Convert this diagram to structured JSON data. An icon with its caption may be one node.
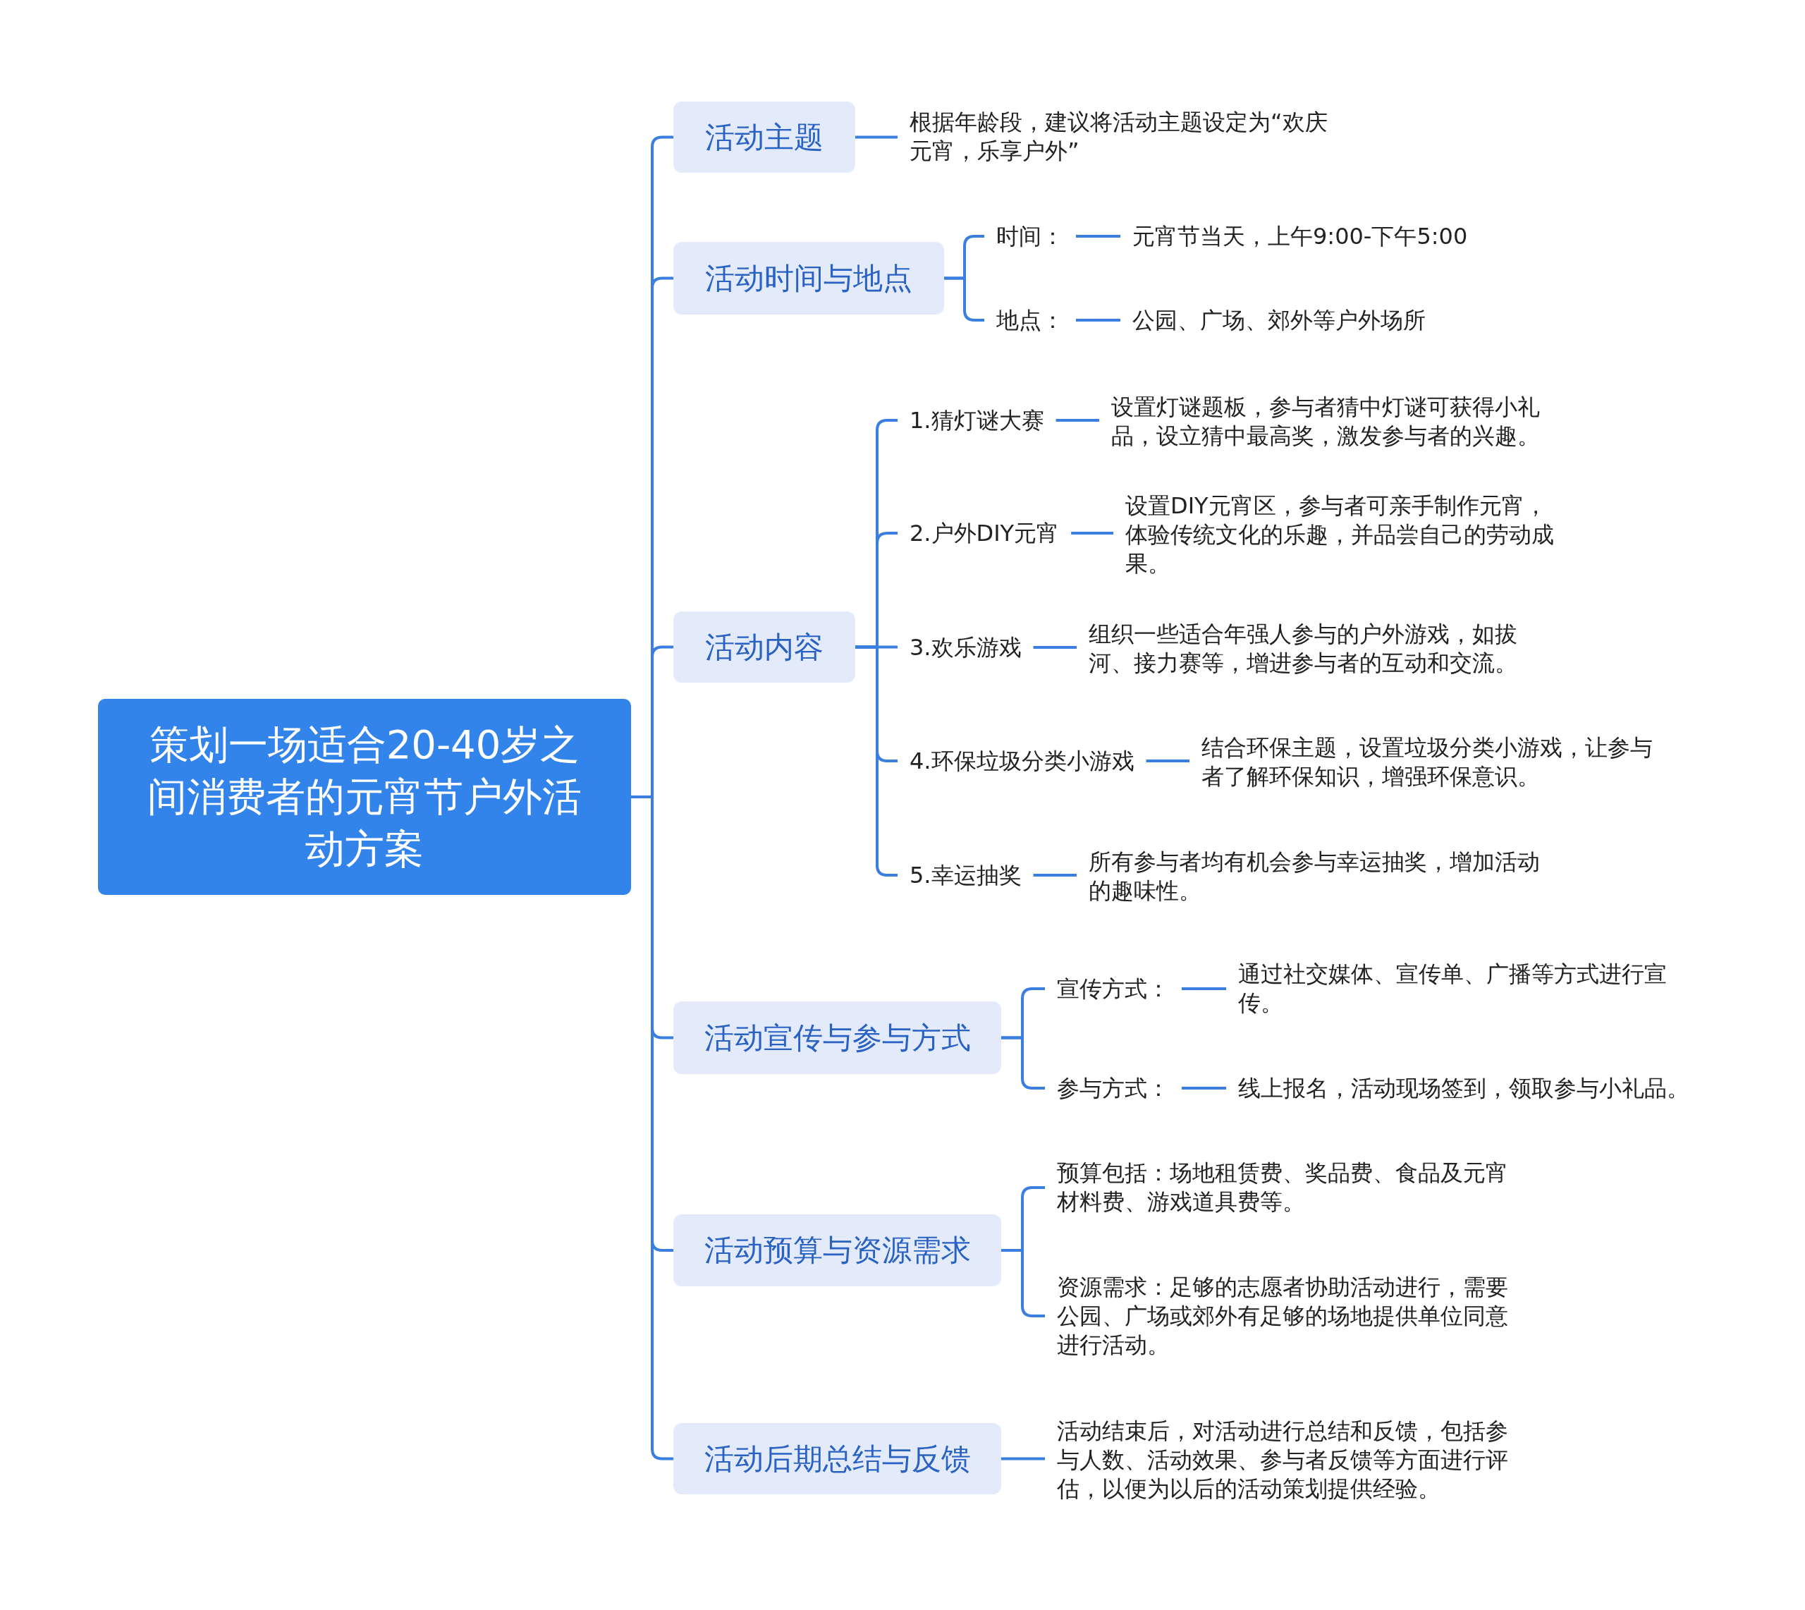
{
  "diagram": {
    "nodes": [
      {
        "text": [
          "策划一场适合20-40岁之间消费者的元宵节户外活动方案"
        ]
      },
      {
        "text": [
          "活动主题"
        ]
      },
      {
        "text": [
          "根据年龄段，建议将活动主题设定为“欢庆元宵，乐享户外”"
        ]
      },
      {
        "text": [
          "活动时间与地点"
        ]
      },
      {
        "text": [
          "时间："
        ]
      },
      {
        "text": [
          "元宵节当天，上午9:00-下午5:00"
        ]
      },
      {
        "text": [
          "地点："
        ]
      },
      {
        "text": [
          "公园、广场、郊外等户外场所"
        ]
      },
      {
        "text": [
          "活动内容"
        ]
      },
      {
        "text": [
          "1.猜灯谜大赛"
        ]
      },
      {
        "text": [
          "设置灯谜题板，参与者猜中灯谜可获得小礼品，设立猜中最高奖，激发参与者的兴趣。"
        ]
      },
      {
        "text": [
          "2.户外DIY元宵"
        ]
      },
      {
        "text": [
          "设置DIY元宵区，参与者可亲手制作元宵，体验传统文化的乐趣，并品尝自己的劳动成果。"
        ]
      },
      {
        "text": [
          "3.欢乐游戏"
        ]
      },
      {
        "text": [
          "组织一些适合年强人参与的户外游戏，如拔河、接力赛等，增进参与者的互动和交流。"
        ]
      },
      {
        "text": [
          "4.环保垃圾分类小游戏"
        ]
      },
      {
        "text": [
          "结合环保主题，设置垃圾分类小游戏，让参与者了解环保知识，增强环保意识。"
        ]
      },
      {
        "text": [
          "5.幸运抽奖"
        ]
      },
      {
        "text": [
          "所有参与者均有机会参与幸运抽奖，增加活动的趣味性。"
        ]
      },
      {
        "text": [
          "活动宣传与参与方式"
        ]
      },
      {
        "text": [
          "宣传方式："
        ]
      },
      {
        "text": [
          "通过社交媒体、宣传单、广播等方式进行宣传。"
        ]
      },
      {
        "text": [
          "参与方式："
        ]
      },
      {
        "text": [
          "线上报名，活动现场签到，领取参与小礼品。"
        ]
      },
      {
        "text": [
          "活动预算与资源需求"
        ]
      },
      {
        "text": [
          "预算包括：场地租赁费、奖品费、食品及元宵材料费、游戏道具费等。"
        ]
      },
      {
        "text": [
          "资源需求：足够的志愿者协助活动进行，需要公园、广场或郊外有足够的场地提供单位同意进行活动。"
        ]
      },
      {
        "text": [
          "活动后期总结与反馈"
        ]
      },
      {
        "text": [
          "活动结束后，对活动进行总结和反馈，包括参与人数、活动效果、参与者反馈等方面进行评估，以便为以后的活动策划提供经验。"
        ]
      }
    ],
    "edges": [
      {
        "from": 0,
        "to": 1,
        "arrow": "none"
      },
      {
        "from": 0,
        "to": 3,
        "arrow": "none"
      },
      {
        "from": 0,
        "to": 8,
        "arrow": "none"
      },
      {
        "from": 0,
        "to": 19,
        "arrow": "none"
      },
      {
        "from": 0,
        "to": 24,
        "arrow": "none"
      },
      {
        "from": 0,
        "to": 27,
        "arrow": "none"
      },
      {
        "from": 1,
        "to": 2,
        "arrow": "none"
      },
      {
        "from": 3,
        "to": 4,
        "arrow": "none"
      },
      {
        "from": 3,
        "to": 6,
        "arrow": "none"
      },
      {
        "from": 4,
        "to": 5,
        "arrow": "none"
      },
      {
        "from": 6,
        "to": 7,
        "arrow": "none"
      },
      {
        "from": 8,
        "to": 9,
        "arrow": "none"
      },
      {
        "from": 8,
        "to": 11,
        "arrow": "none"
      },
      {
        "from": 8,
        "to": 13,
        "arrow": "none"
      },
      {
        "from": 8,
        "to": 15,
        "arrow": "none"
      },
      {
        "from": 8,
        "to": 17,
        "arrow": "none"
      },
      {
        "from": 9,
        "to": 10,
        "arrow": "none"
      },
      {
        "from": 11,
        "to": 12,
        "arrow": "none"
      },
      {
        "from": 13,
        "to": 14,
        "arrow": "none"
      },
      {
        "from": 15,
        "to": 16,
        "arrow": "none"
      },
      {
        "from": 17,
        "to": 18,
        "arrow": "none"
      },
      {
        "from": 19,
        "to": 20,
        "arrow": "none"
      },
      {
        "from": 19,
        "to": 22,
        "arrow": "none"
      },
      {
        "from": 20,
        "to": 21,
        "arrow": "none"
      },
      {
        "from": 22,
        "to": 23,
        "arrow": "none"
      },
      {
        "from": 24,
        "to": 25,
        "arrow": "none"
      },
      {
        "from": 24,
        "to": 26,
        "arrow": "none"
      },
      {
        "from": 27,
        "to": 28,
        "arrow": "none"
      }
    ]
  }
}
